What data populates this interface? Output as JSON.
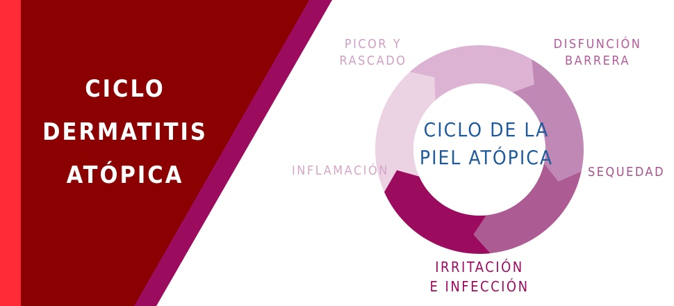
{
  "title": {
    "line1": "CICLO",
    "line2": "DERMATITIS",
    "line3": "ATÓPICA"
  },
  "cycle_center": {
    "line1": "CICLO DE LA",
    "line2": "PIEL ATÓPICA"
  },
  "stages": [
    {
      "line1": "DISFUNCIÓN",
      "line2": "BARRERA",
      "color": "#c088b4"
    },
    {
      "line1": "SEQUEDAD",
      "color": "#ad5b93"
    },
    {
      "line1": "IRRITACIÓN",
      "line2": "E INFECCIÓN",
      "color": "#9b0b5e"
    },
    {
      "line1": "INFLAMACIÓN",
      "color": "#ecd3e4"
    },
    {
      "line1": "PICOR Y",
      "line2": "RASCADO",
      "color": "#ddb3d3"
    }
  ],
  "colors": {
    "left_stripe": "#ff2b36",
    "panel": "#8b0000",
    "diagonal_band": "#9b0b5e",
    "center_text": "#1f5a9c"
  }
}
